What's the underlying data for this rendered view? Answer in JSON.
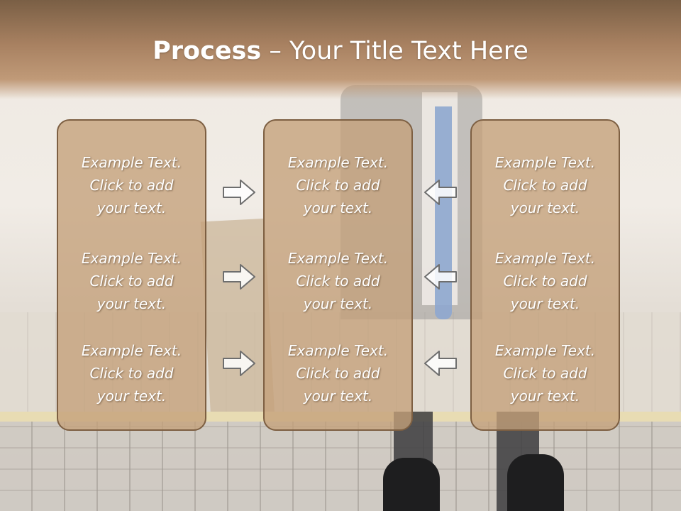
{
  "slide": {
    "title_bold": "Process",
    "title_rest": " – Your Title Text Here"
  },
  "columns": [
    {
      "blocks": [
        {
          "line1": "Example Text.",
          "line2": "Click  to add",
          "line3": "your text."
        },
        {
          "line1": "Example Text.",
          "line2": "Click  to add",
          "line3": "your text."
        },
        {
          "line1": "Example Text.",
          "line2": "Click  to add",
          "line3": "your text."
        }
      ]
    },
    {
      "blocks": [
        {
          "line1": "Example Text.",
          "line2": "Click  to add",
          "line3": "your text."
        },
        {
          "line1": "Example Text.",
          "line2": "Click  to add",
          "line3": "your text."
        },
        {
          "line1": "Example Text.",
          "line2": "Click  to add",
          "line3": "your text."
        }
      ]
    },
    {
      "blocks": [
        {
          "line1": "Example Text.",
          "line2": "Click  to add",
          "line3": "your text."
        },
        {
          "line1": "Example Text.",
          "line2": "Click  to add",
          "line3": "your text."
        },
        {
          "line1": "Example Text.",
          "line2": "Click  to add",
          "line3": "your text."
        }
      ]
    }
  ],
  "arrows": {
    "left_group": "arrow-right-icon",
    "right_group": "arrow-left-icon"
  },
  "colors": {
    "title_band": "#a88161",
    "box_fill": "#c4a07a",
    "box_border": "#7d5f42",
    "text": "#ffffff"
  }
}
